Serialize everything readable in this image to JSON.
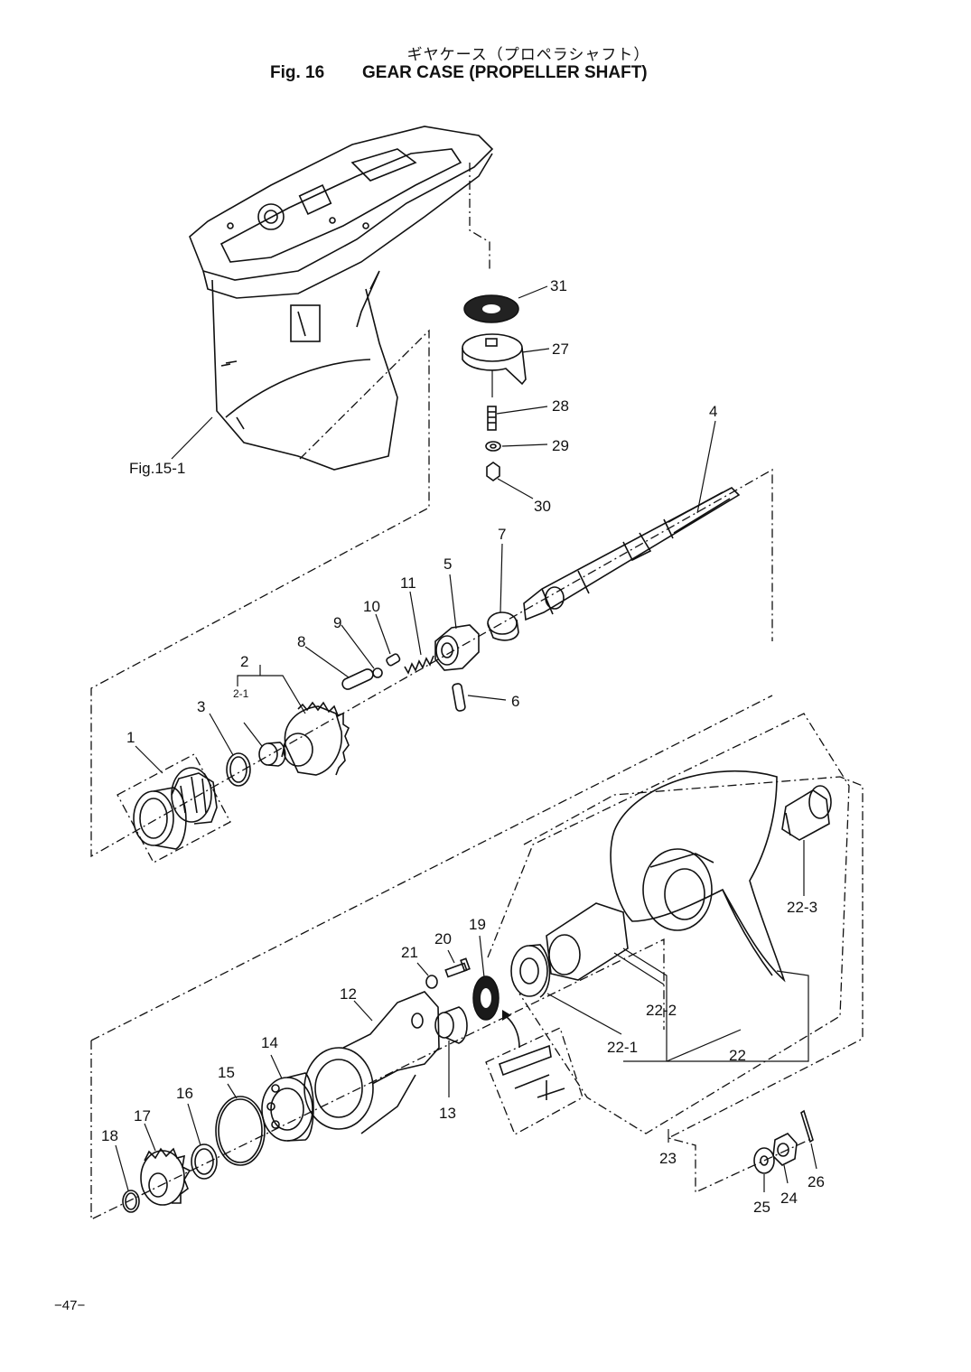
{
  "header": {
    "title_jp": "ギヤケース（プロペラシャフト）",
    "fig_label": "Fig. 16",
    "title_en": "GEAR CASE (PROPELLER SHAFT)"
  },
  "page_number": "−47−",
  "reference": "Fig.15-1",
  "parts": {
    "p1": "1",
    "p2": "2",
    "p2_1": "2-1",
    "p3": "3",
    "p4": "4",
    "p5": "5",
    "p6": "6",
    "p7": "7",
    "p8": "8",
    "p9": "9",
    "p10": "10",
    "p11": "11",
    "p12": "12",
    "p13": "13",
    "p14": "14",
    "p15": "15",
    "p16": "16",
    "p17": "17",
    "p18": "18",
    "p19": "19",
    "p20": "20",
    "p21": "21",
    "p22": "22",
    "p22_1": "22-1",
    "p22_2": "22-2",
    "p22_3": "22-3",
    "p23": "23",
    "p24": "24",
    "p25": "25",
    "p26": "26",
    "p27": "27",
    "p28": "28",
    "p29": "29",
    "p30": "30",
    "p31": "31"
  }
}
